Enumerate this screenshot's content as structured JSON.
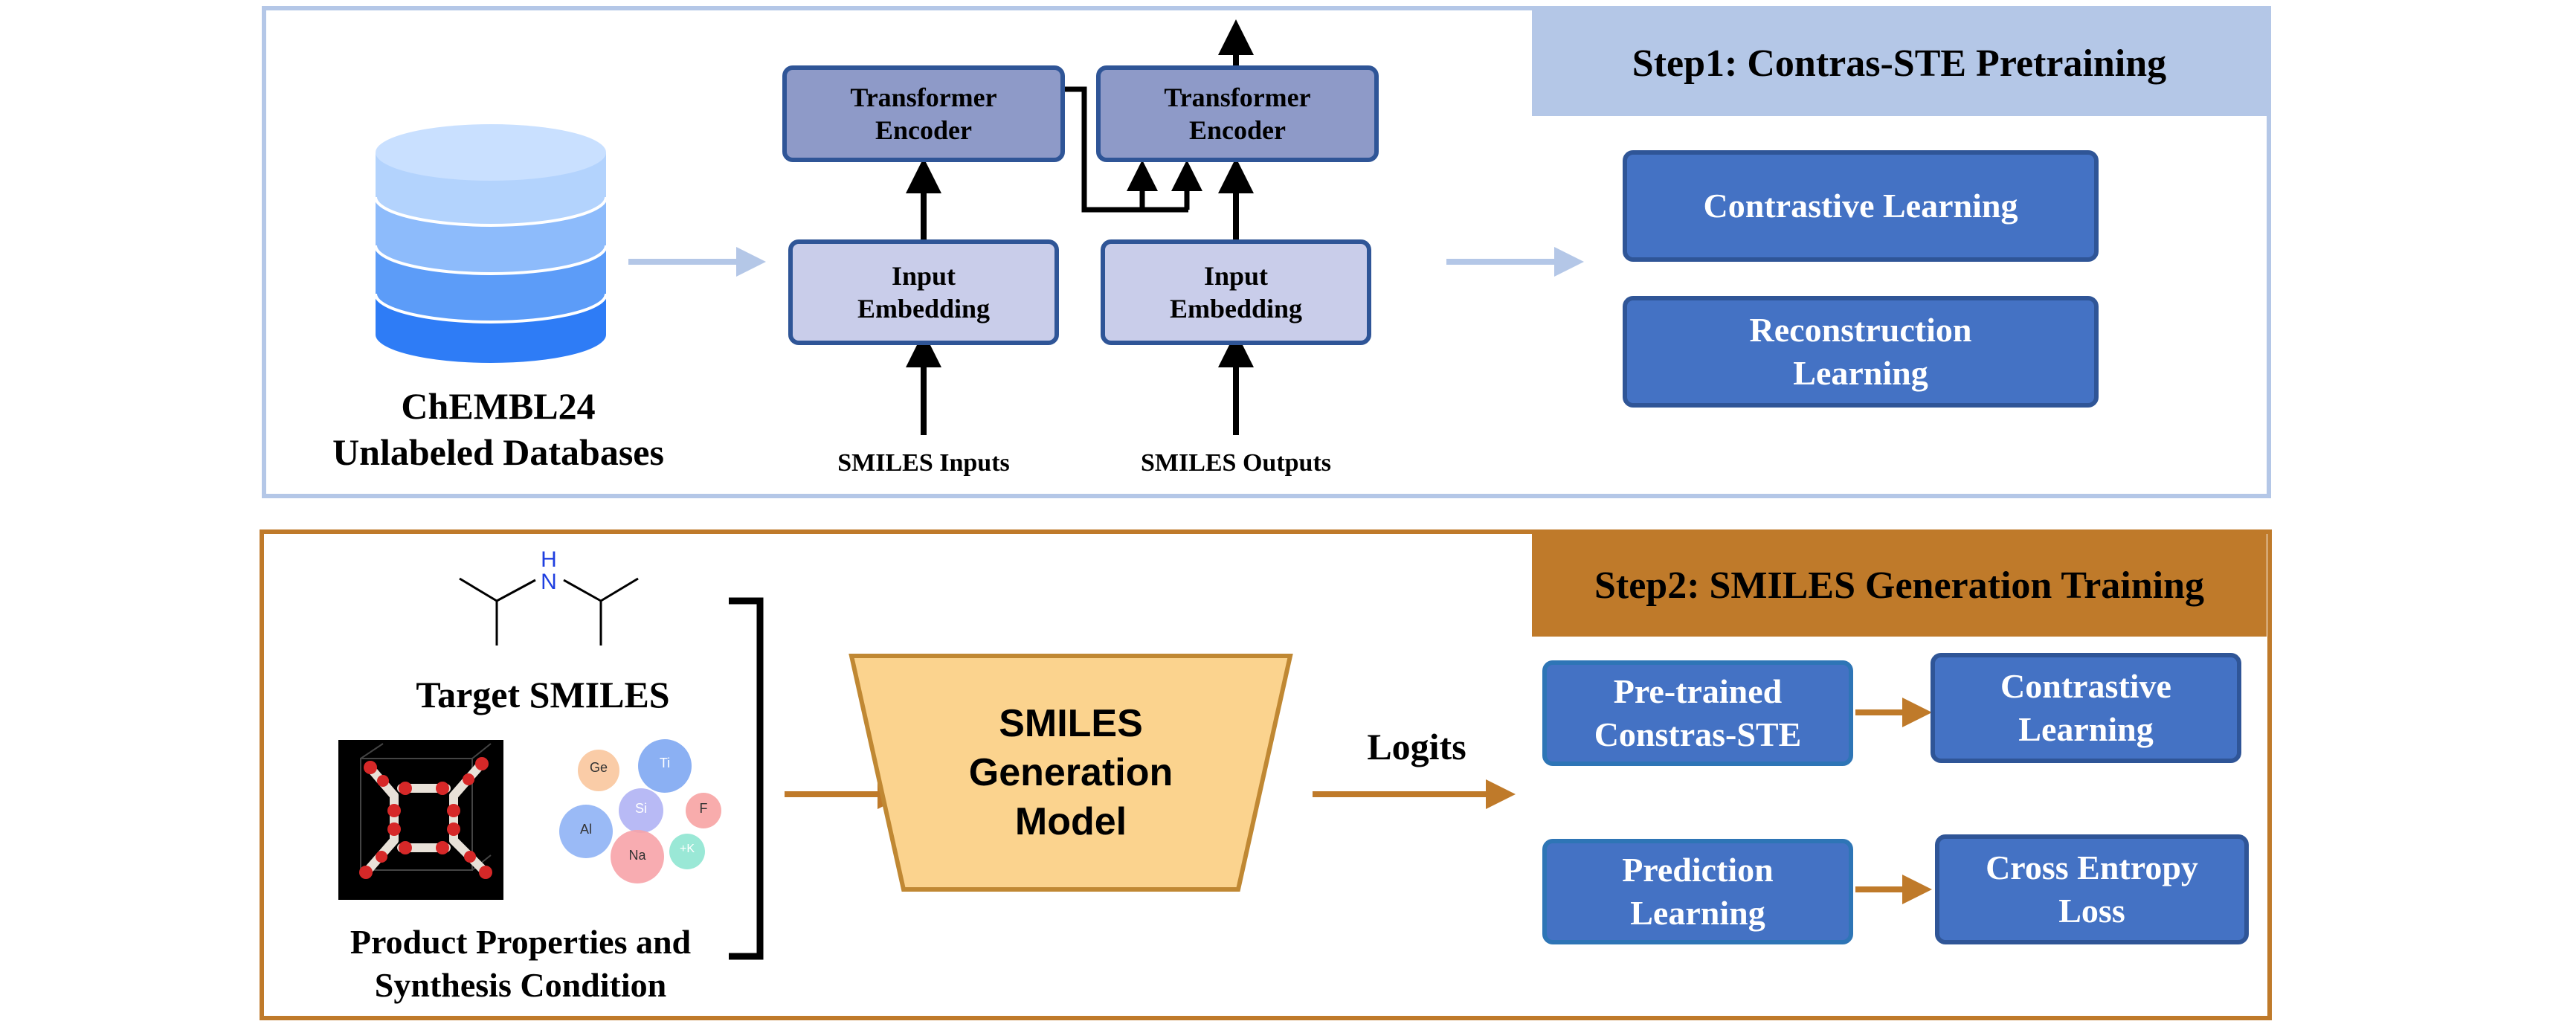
{
  "step1": {
    "title": "Step1: Contras-STE Pretraining",
    "database_label_line1": "ChEMBL24",
    "database_label_line2": "Unlabeled Databases",
    "encoder_left_line1": "Transformer",
    "encoder_left_line2": "Encoder",
    "encoder_right_line1": "Transformer",
    "encoder_right_line2": "Encoder",
    "embedding_left_line1": "Input",
    "embedding_left_line2": "Embedding",
    "embedding_right_line1": "Input",
    "embedding_right_line2": "Embedding",
    "inputs_label": "SMILES Inputs",
    "outputs_label": "SMILES Outputs",
    "contrastive_button": "Contrastive Learning",
    "reconstruction_line1": "Reconstruction",
    "reconstruction_line2": "Learning"
  },
  "step2": {
    "title": "Step2: SMILES Generation Training",
    "molecule_atom": "H\nN",
    "molecule_atom_h": "H",
    "molecule_atom_n": "N",
    "target_label": "Target SMILES",
    "elements": [
      "Ge",
      "Ti",
      "Si",
      "Al",
      "F",
      "Na",
      "+K"
    ],
    "product_line1": "Product Properties and",
    "product_line2": "Synthesis Condition",
    "model_line1": "SMILES",
    "model_line2": "Generation",
    "model_line3": "Model",
    "logits_label": "Logits",
    "pretrained_line1": "Pre-trained",
    "pretrained_line2": "Constras-STE",
    "contrastive_line1": "Contrastive",
    "contrastive_line2": "Learning",
    "prediction_line1": "Prediction",
    "prediction_line2": "Learning",
    "ce_line1": "Cross Entropy",
    "ce_line2": "Loss"
  },
  "colors": {
    "step1_accent": "#b4c7e7",
    "step2_accent": "#bf7a2a",
    "button_blue": "#4472c4",
    "model_fill": "#fbd38e"
  }
}
